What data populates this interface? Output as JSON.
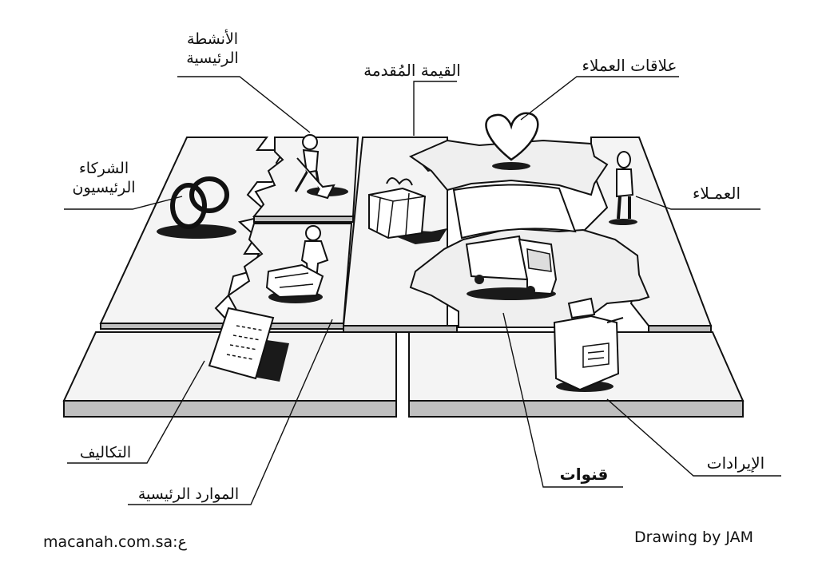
{
  "labels": {
    "key_activities": [
      "الأنشطة",
      "الرئيسية"
    ],
    "value_proposition": "القيمة المُقدمة",
    "customer_relationships": "علاقات العملاء",
    "key_partners": [
      "الشركاء",
      "الرئيسيون"
    ],
    "customer_segments": "العمـلاء",
    "cost_structure": "التكاليف",
    "key_resources": "الموارد الرئيسية",
    "channels": "قنوات",
    "revenue_streams": "الإيرادات"
  },
  "footer": {
    "website": "macanah.com.sa",
    "website_prefix": "ع:",
    "credit": "Drawing by JAM"
  },
  "icons": {
    "key_partners": "interlocked-rings-icon",
    "key_activities": "person-digging-icon",
    "key_resources": "person-with-machine-icon",
    "value_proposition": "gift-box-cart-icon",
    "customer_relationships": "heart-icon",
    "customer_segments": "standing-person-icon",
    "channels": "delivery-truck-icon",
    "revenue_streams": "cash-register-icon",
    "cost_structure": "paper-receipt-icon"
  },
  "colors": {
    "ink": "#111111",
    "panel": "#f4f4f4",
    "panel_side": "#bfbfbf",
    "shadow": "#1a1a1a"
  }
}
